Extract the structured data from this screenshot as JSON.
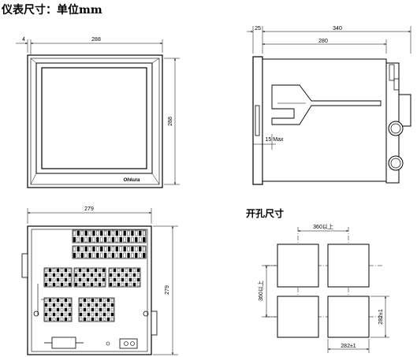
{
  "header": {
    "title": "仪表尺寸：单位mm"
  },
  "front_view": {
    "dims": {
      "offset": "4",
      "width": "288",
      "height": "288"
    },
    "brand": "Ohkura"
  },
  "side_view": {
    "dims": {
      "flange": "25",
      "total": "340",
      "body": "280",
      "clamp": "15 Max"
    }
  },
  "rear_view": {
    "dims": {
      "width": "279",
      "height": "279"
    }
  },
  "cutout": {
    "title": "开孔尺寸",
    "dims": {
      "pitch_h": "360以上",
      "pitch_v": "360以上",
      "hole_w": "282±1",
      "hole_h": "282±1"
    }
  }
}
